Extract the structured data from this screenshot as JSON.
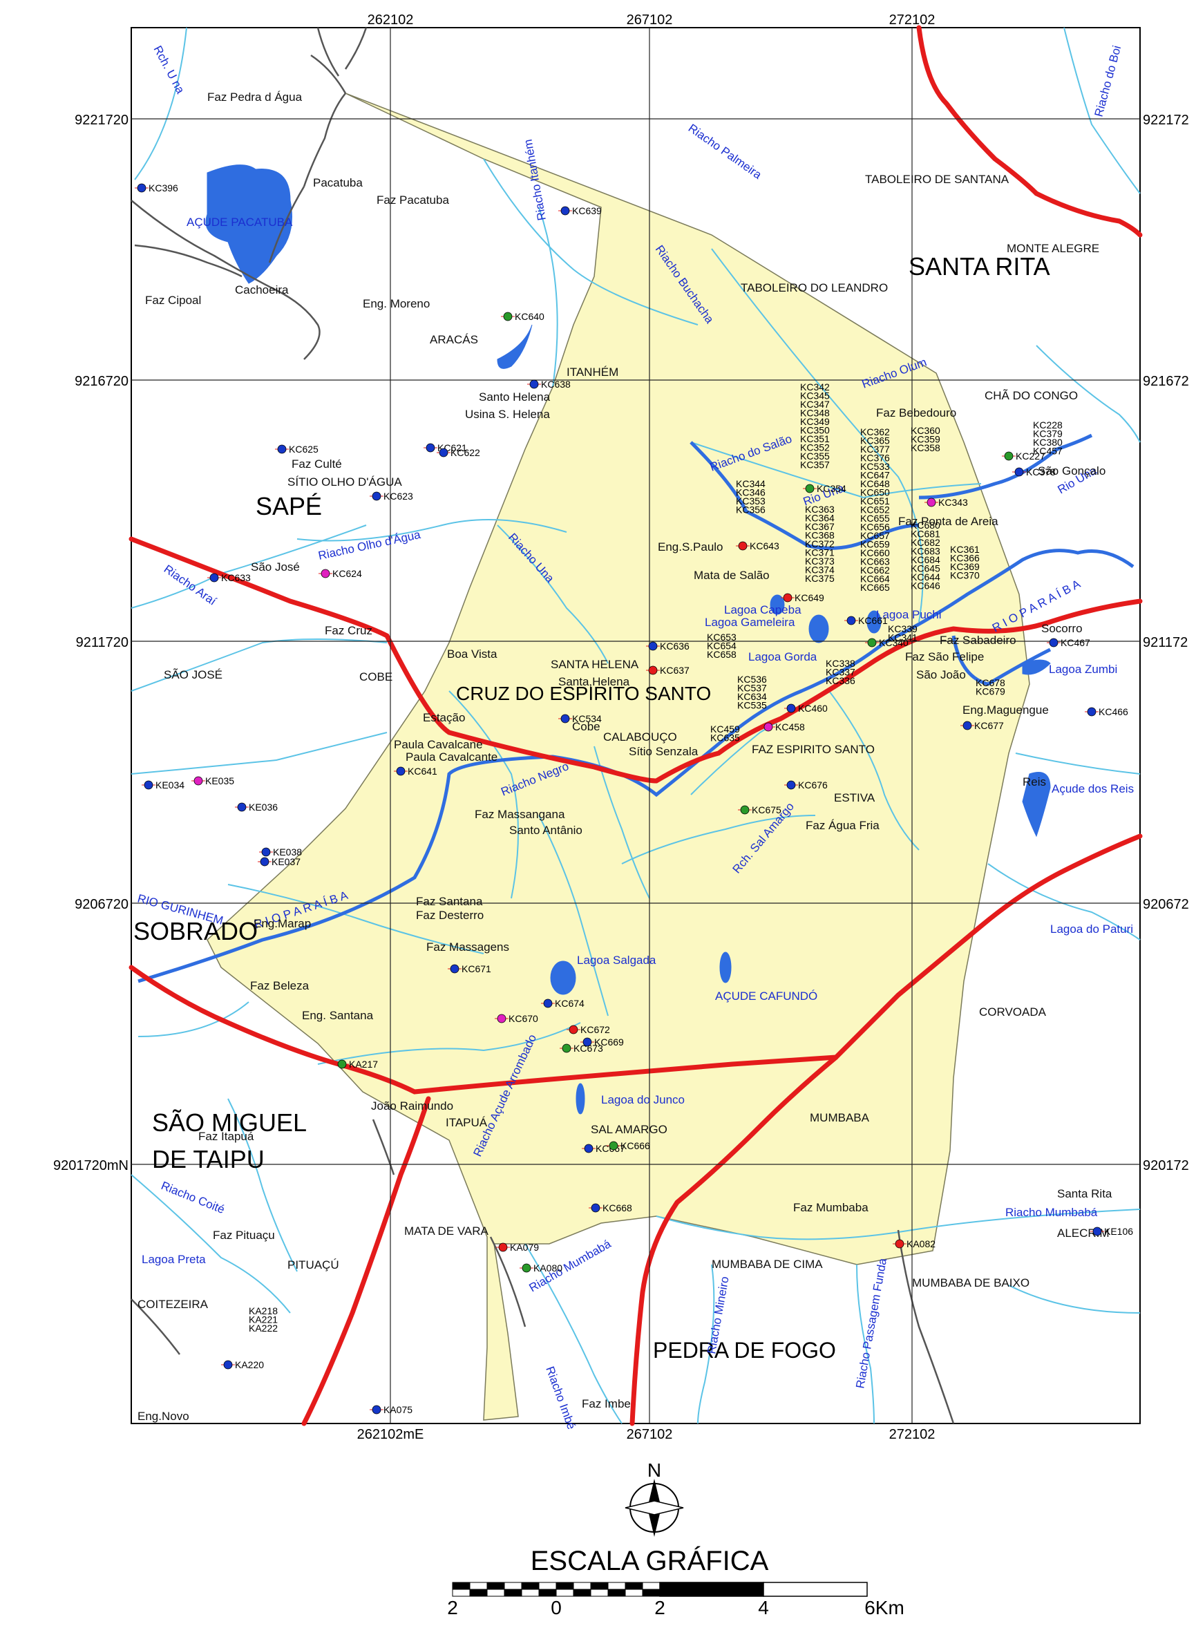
{
  "grid": {
    "top_labels": [
      "262102",
      "267102",
      "272102"
    ],
    "bottom_labels": [
      "262102mE",
      "267102",
      "272102"
    ],
    "left_labels": [
      "9221720",
      "9216720",
      "9211720",
      "9206720",
      "9201720mN"
    ],
    "right_labels": [
      "922172",
      "921672",
      "921172",
      "920672",
      "920172"
    ]
  },
  "major_places": [
    {
      "name": "SANTA RITA"
    },
    {
      "name": "SAPÉ"
    },
    {
      "name": "CRUZ DO ESPIRITO SANTO"
    },
    {
      "name": "SOBRADO"
    },
    {
      "name": "SÃO MIGUEL"
    },
    {
      "name": "DE TAIPU"
    },
    {
      "name": "PEDRA DE FOGO"
    }
  ],
  "places": [
    {
      "name": "Faz Pedra d Água"
    },
    {
      "name": "Pacatuba"
    },
    {
      "name": "Faz Pacatuba"
    },
    {
      "name": "Cachoeira"
    },
    {
      "name": "Faz Cipoal"
    },
    {
      "name": "Eng. Moreno"
    },
    {
      "name": "ARACÁS"
    },
    {
      "name": "ITANHÉM"
    },
    {
      "name": "Santo Helena"
    },
    {
      "name": "Usina S. Helena"
    },
    {
      "name": "TABOLEIRO DE SANTANA"
    },
    {
      "name": "MONTE ALEGRE"
    },
    {
      "name": "TABOLEIRO DO LEANDRO"
    },
    {
      "name": "CHÃ DO CONGO"
    },
    {
      "name": "Faz Bebedouro"
    },
    {
      "name": "Faz Culté"
    },
    {
      "name": "SÍTIO OLHO D'ÁGUA"
    },
    {
      "name": "São Gonçalo"
    },
    {
      "name": "Faz Ponta de Areia"
    },
    {
      "name": "Eng.S.Paulo"
    },
    {
      "name": "Mata de Salão"
    },
    {
      "name": "São José"
    },
    {
      "name": "Faz Cruz"
    },
    {
      "name": "SÃO JOSÉ"
    },
    {
      "name": "COBE"
    },
    {
      "name": "Boa Vista"
    },
    {
      "name": "SANTA HELENA"
    },
    {
      "name": "Santa,Helena"
    },
    {
      "name": "Faz Sabadeiro"
    },
    {
      "name": "Faz São Felipe"
    },
    {
      "name": "São João"
    },
    {
      "name": "Socorro"
    },
    {
      "name": "Eng.Maguengue"
    },
    {
      "name": "Estação"
    },
    {
      "name": "Cobe"
    },
    {
      "name": "CALABOUÇO"
    },
    {
      "name": "Sítio Senzala"
    },
    {
      "name": "FAZ ESPIRITO SANTO"
    },
    {
      "name": "Paula Cavalcane"
    },
    {
      "name": "Paula Cavalcante"
    },
    {
      "name": "Reis"
    },
    {
      "name": "ESTIVA"
    },
    {
      "name": "Faz Massangana"
    },
    {
      "name": "Santo Antânio"
    },
    {
      "name": "Faz Água Fria"
    },
    {
      "name": "Faz Santana"
    },
    {
      "name": "Faz Desterro"
    },
    {
      "name": "Eng.Marap"
    },
    {
      "name": "Faz Massagens"
    },
    {
      "name": "Faz Beleza"
    },
    {
      "name": "Eng. Santana"
    },
    {
      "name": "CORVOADA"
    },
    {
      "name": "João Raimundo"
    },
    {
      "name": "ITAPUÁ"
    },
    {
      "name": "MUMBABA"
    },
    {
      "name": "SAL AMARGO"
    },
    {
      "name": "Faz Itapuá"
    },
    {
      "name": "Faz Mumbaba"
    },
    {
      "name": "Santa Rita"
    },
    {
      "name": "ALECRIM"
    },
    {
      "name": "Faz Pituaçu"
    },
    {
      "name": "MATA DE VARA"
    },
    {
      "name": "PITUAÇÚ"
    },
    {
      "name": "MUMBABA DE CIMA"
    },
    {
      "name": "MUMBABA DE BAIXO"
    },
    {
      "name": "COITEZEIRA"
    },
    {
      "name": "Eng.Novo"
    },
    {
      "name": "Faz Imbe"
    }
  ],
  "water_labels": [
    {
      "name": "Rch. U na"
    },
    {
      "name": "Riacho do Boi"
    },
    {
      "name": "AÇUDE PACATUBA"
    },
    {
      "name": "Riacho Palmeira"
    },
    {
      "name": "Riacho Itanhém"
    },
    {
      "name": "Riacho Buchacha"
    },
    {
      "name": "Riacho Olum"
    },
    {
      "name": "Riacho do Salão"
    },
    {
      "name": "Rio Una"
    },
    {
      "name": "Rio Una"
    },
    {
      "name": "Riacho Olho d'Água"
    },
    {
      "name": "Riacho Una"
    },
    {
      "name": "Riacho Araí"
    },
    {
      "name": "Lagoa Capeba"
    },
    {
      "name": "Lagoa Gameleira"
    },
    {
      "name": "Lagoa Puchi"
    },
    {
      "name": "Lagoa Gorda"
    },
    {
      "name": "R I O  P A R A Í B A"
    },
    {
      "name": "Lagoa Zumbi"
    },
    {
      "name": "Riacho Negro"
    },
    {
      "name": "Açude dos Reis"
    },
    {
      "name": "Rch. Sal Amargo"
    },
    {
      "name": "R I O  P A R A Í B A"
    },
    {
      "name": "RIO GURINHEM"
    },
    {
      "name": "Lagoa do Paturi"
    },
    {
      "name": "Lagoa Salgada"
    },
    {
      "name": "AÇUDE CAFUNDÓ"
    },
    {
      "name": "Riacho Açude Arrombado"
    },
    {
      "name": "Lagoa do Junco"
    },
    {
      "name": "Riacho Coité"
    },
    {
      "name": "Riacho Mumbabá"
    },
    {
      "name": "Riacho Mumbabá"
    },
    {
      "name": "Lagoa Preta"
    },
    {
      "name": "Riacho Mineiro"
    },
    {
      "name": "Riacho Passagem Funda"
    },
    {
      "name": "Riacho Imbé"
    }
  ],
  "points": [
    {
      "id": "KC396"
    },
    {
      "id": "KC639"
    },
    {
      "id": "KC640"
    },
    {
      "id": "KC638"
    },
    {
      "id": "KC625"
    },
    {
      "id": "KC621"
    },
    {
      "id": "KC622"
    },
    {
      "id": "KC623"
    },
    {
      "id": "KC633"
    },
    {
      "id": "KC624"
    },
    {
      "id": "KC643"
    },
    {
      "id": "KC649"
    },
    {
      "id": "KC636"
    },
    {
      "id": "KC637"
    },
    {
      "id": "KC534"
    },
    {
      "id": "KC641"
    },
    {
      "id": "KE035"
    },
    {
      "id": "KE034"
    },
    {
      "id": "KE036"
    },
    {
      "id": "KE038"
    },
    {
      "id": "KE037"
    },
    {
      "id": "KC354"
    },
    {
      "id": "KC227"
    },
    {
      "id": "KC378"
    },
    {
      "id": "KC343"
    },
    {
      "id": "KC340"
    },
    {
      "id": "KC467"
    },
    {
      "id": "KC466"
    },
    {
      "id": "KC677"
    },
    {
      "id": "KC460"
    },
    {
      "id": "KC458"
    },
    {
      "id": "KC676"
    },
    {
      "id": "KC675"
    },
    {
      "id": "KC671"
    },
    {
      "id": "KC674"
    },
    {
      "id": "KC670"
    },
    {
      "id": "KC672"
    },
    {
      "id": "KC669"
    },
    {
      "id": "KC673"
    },
    {
      "id": "KA217"
    },
    {
      "id": "KC667"
    },
    {
      "id": "KC666"
    },
    {
      "id": "KC668"
    },
    {
      "id": "KA079"
    },
    {
      "id": "KA080"
    },
    {
      "id": "KA082"
    },
    {
      "id": "KE106"
    },
    {
      "id": "KA220"
    },
    {
      "id": "KA075"
    },
    {
      "id": "KC661"
    }
  ],
  "point_stacks": [
    {
      "ids": [
        "KC342",
        "KC345",
        "KC347",
        "KC348",
        "KC349",
        "KC350",
        "KC351",
        "KC352",
        "KC355",
        "KC357"
      ]
    },
    {
      "ids": [
        "KC344",
        "KC346",
        "KC353",
        "KC356"
      ]
    },
    {
      "ids": [
        "KC363",
        "KC364",
        "KC367",
        "KC368",
        "KC372",
        "KC371",
        "KC373",
        "KC374",
        "KC375"
      ]
    },
    {
      "ids": [
        "KC362",
        "KC365",
        "KC377",
        "KC376",
        "KC533",
        "KC647",
        "KC648",
        "KC650",
        "KC651",
        "KC652",
        "KC655",
        "KC656",
        "KC657",
        "KC659",
        "KC660",
        "KC663",
        "KC662",
        "KC664",
        "KC665"
      ]
    },
    {
      "ids": [
        "KC360",
        "KC359",
        "KC358"
      ]
    },
    {
      "ids": [
        "KC228",
        "KC379",
        "KC380",
        "KC457"
      ]
    },
    {
      "ids": [
        "KC680",
        "KC681",
        "KC682",
        "KC683",
        "KC684",
        "KC645",
        "KC644",
        "KC646"
      ]
    },
    {
      "ids": [
        "KC361",
        "KC366",
        "KC369",
        "KC370"
      ]
    },
    {
      "ids": [
        "KC653",
        "KC654",
        "KC658"
      ]
    },
    {
      "ids": [
        "KC339",
        "KC341"
      ]
    },
    {
      "ids": [
        "KC338",
        "KC337",
        "KC336"
      ]
    },
    {
      "ids": [
        "KC536",
        "KC537",
        "KC634",
        "KC535"
      ]
    },
    {
      "ids": [
        "KC459",
        "KC635"
      ]
    },
    {
      "ids": [
        "KC678",
        "KC679"
      ]
    },
    {
      "ids": [
        "KA218",
        "KA221",
        "KA222"
      ]
    }
  ],
  "compass": {
    "label": "N"
  },
  "scale": {
    "title": "ESCALA GRÁFICA",
    "ticks": [
      "2",
      "0",
      "2",
      "4",
      "6Km"
    ]
  },
  "colors": {
    "study_area": "#fbf8c2",
    "river": "#5bc3e6",
    "water_body": "#2f6de0",
    "road": "#e41b1b",
    "grid": "#222222"
  }
}
